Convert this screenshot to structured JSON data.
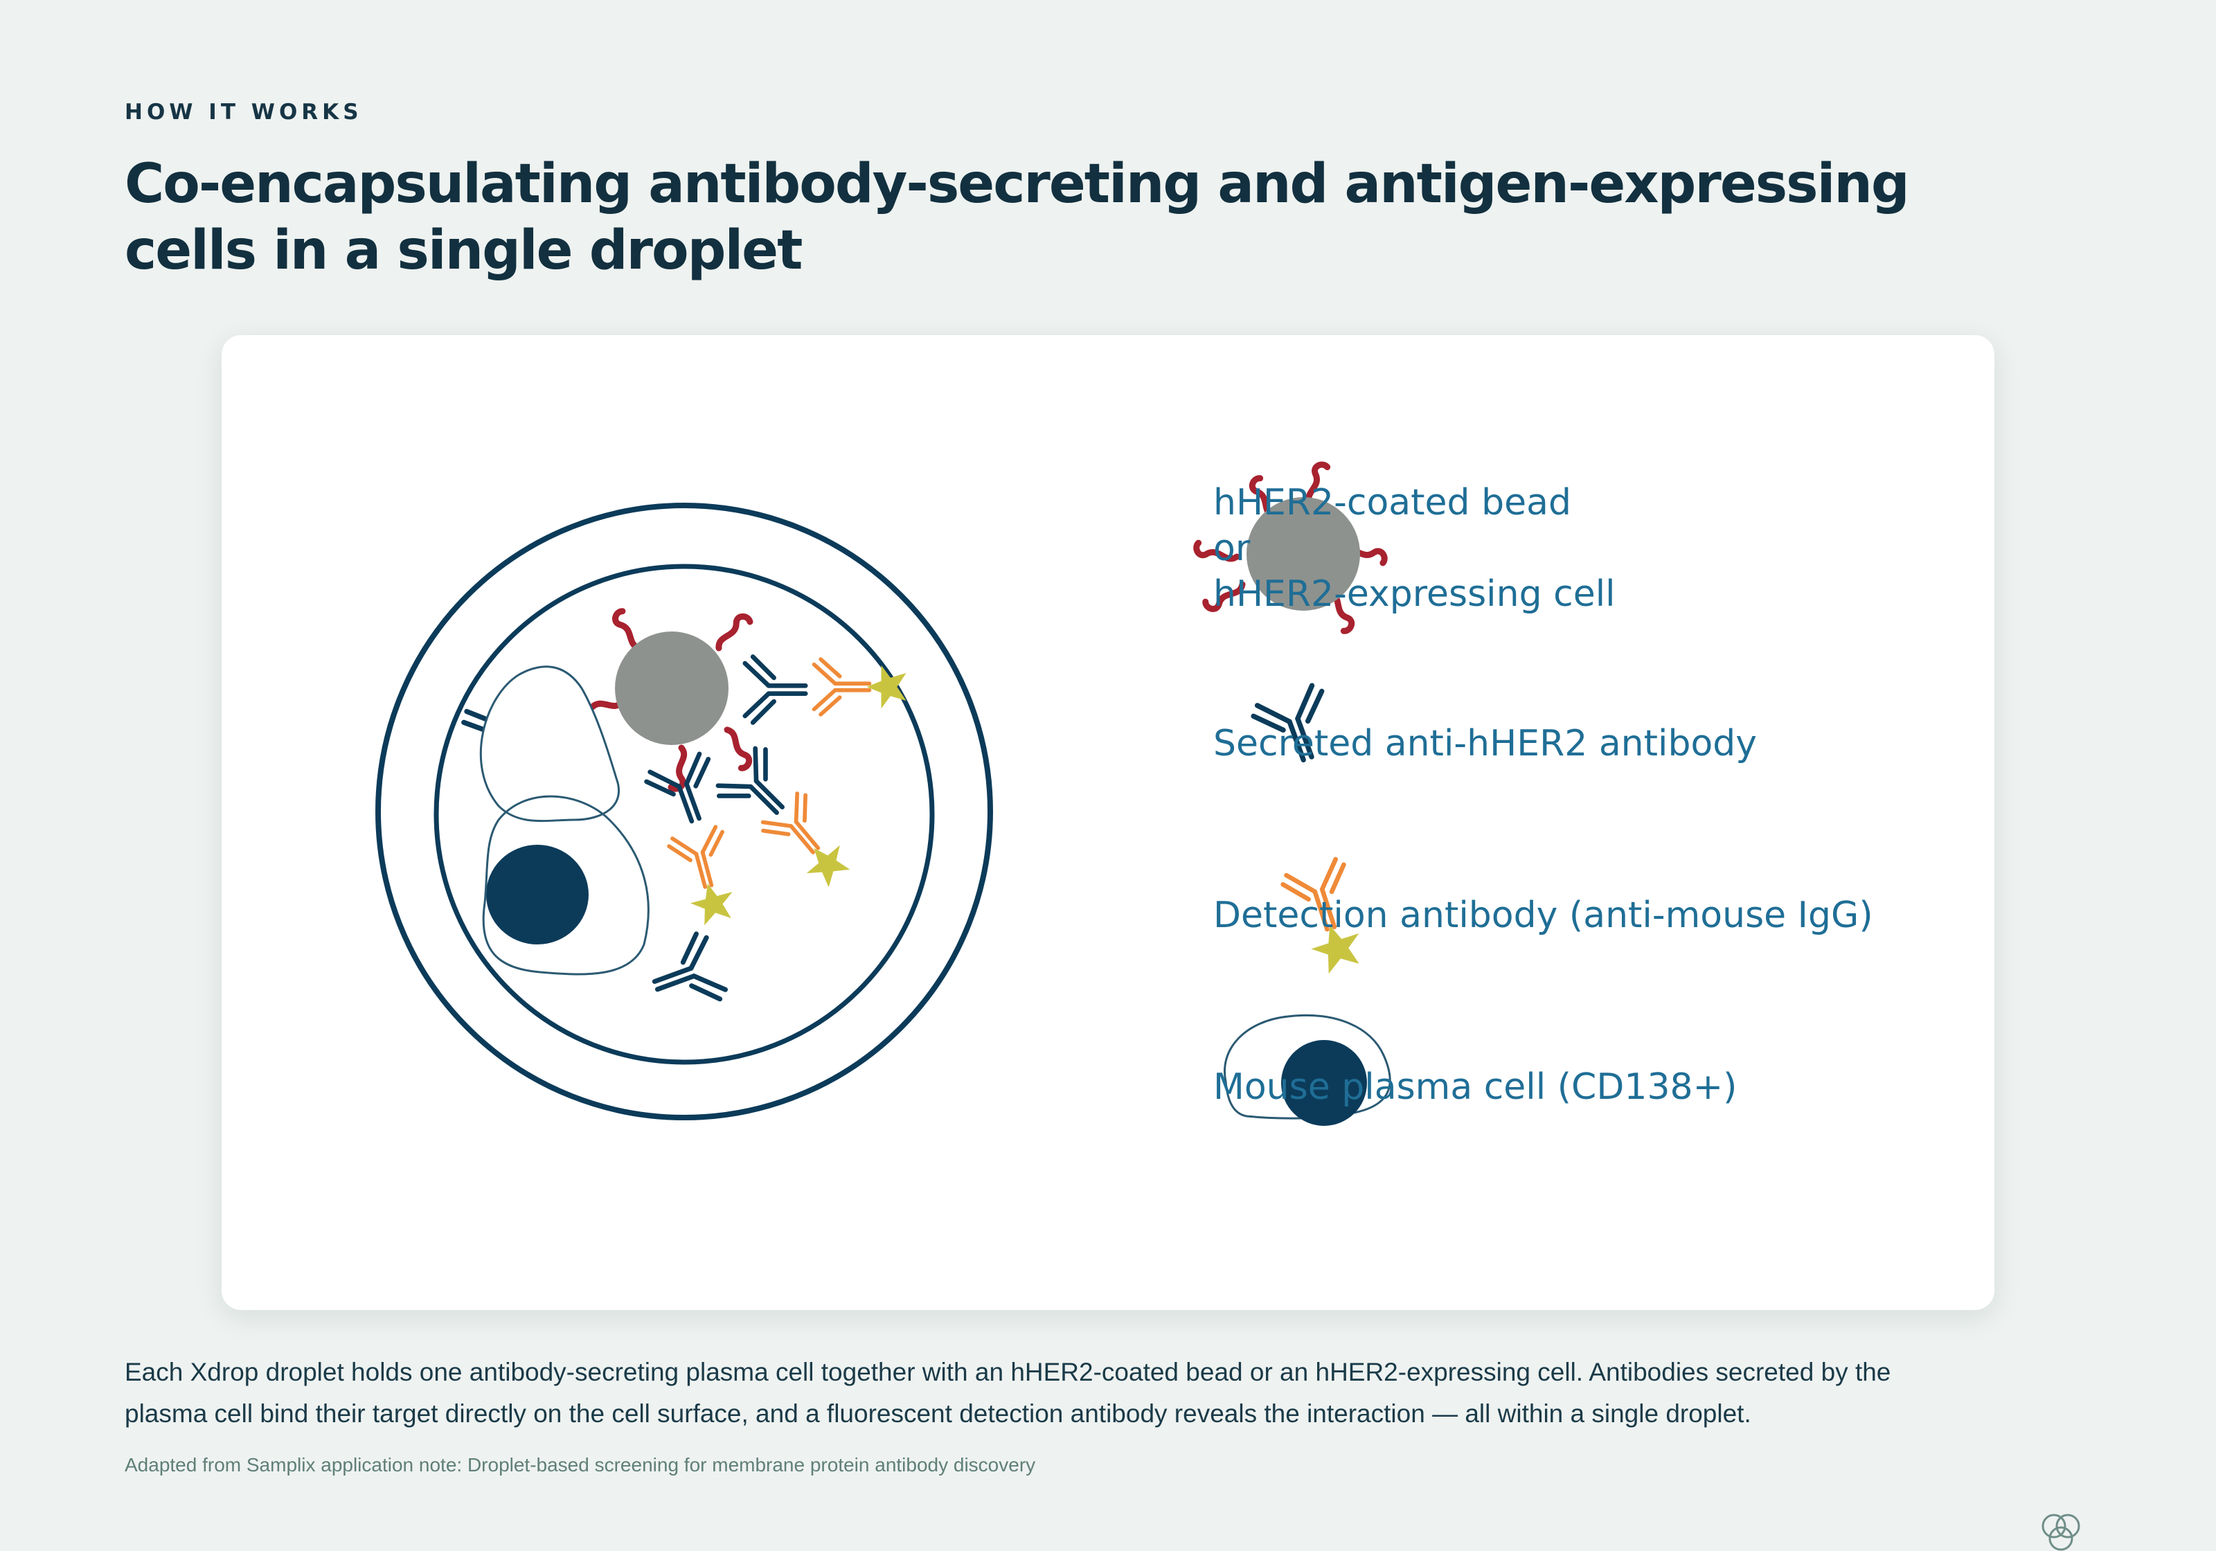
{
  "eyebrow": "HOW IT WORKS",
  "title": "Co-encapsulating antibody-secreting and antigen-expressing cells in a single droplet",
  "legend": {
    "bead_line1": "hHER2-coated bead",
    "bead_line2": "or",
    "bead_line3": "hHER2-expressing cell",
    "secreted_antibody": "Secreted anti-hHER2 antibody",
    "detection_antibody": "Detection antibody (anti-mouse IgG)",
    "plasma_cell": "Mouse plasma cell (CD138+)"
  },
  "caption": "Each Xdrop droplet holds one antibody-secreting plasma cell together with an hHER2-coated bead or an hHER2-expressing cell. Antibodies secreted by the plasma cell bind their target directly on the cell surface, and a fluorescent detection antibody reveals the interaction — all within a single droplet.",
  "source": "Adapted from Samplix application note: Droplet-based screening for membrane protein antibody discovery",
  "colors": {
    "navy": "#0c3b5a",
    "antigen_red": "#a8222f",
    "bead_gray": "#8e928e",
    "detection_orange": "#ef8a38",
    "fluor_yellow": "#c9c440",
    "legend_text": "#1f6e96"
  },
  "icons": [
    "droplet-icon",
    "bead-icon",
    "antibody-icon",
    "detection-antibody-icon",
    "plasma-cell-icon",
    "brand-logo-icon"
  ]
}
